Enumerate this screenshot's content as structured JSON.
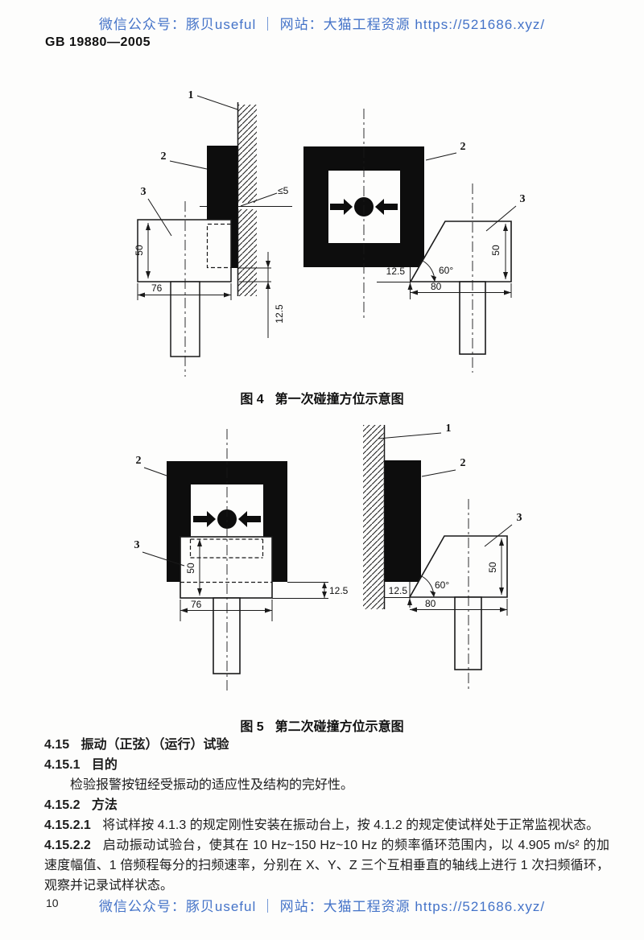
{
  "watermark": {
    "text": "微信公众号：豚贝useful ｜ 网站：大猫工程资源 https://521686.xyz/",
    "color": "#4473c8"
  },
  "header": {
    "standard_number": "GB 19880—2005"
  },
  "figures": {
    "fig4": {
      "number": "图 4",
      "title": "第一次碰撞方位示意图"
    },
    "fig5": {
      "number": "图 5",
      "title": "第二次碰撞方位示意图"
    }
  },
  "diagram_labels": {
    "part1": "1",
    "part2": "2",
    "part3": "3",
    "dim_50": "50",
    "dim_76": "76",
    "dim_80": "80",
    "dim_12_5": "12.5",
    "angle_60": "60°",
    "gap_max": "≤5"
  },
  "sections": {
    "s415": {
      "number": "4.15",
      "title": "振动（正弦）（运行）试验"
    },
    "s4151": {
      "number": "4.15.1",
      "title": "目的"
    },
    "s4151_body": "检验报警按钮经受振动的适应性及结构的完好性。",
    "s4152": {
      "number": "4.15.2",
      "title": "方法"
    },
    "s41521": {
      "number": "4.15.2.1",
      "text": "将试样按 4.1.3 的规定刚性安装在振动台上，按 4.1.2 的规定使试样处于正常监视状态。"
    },
    "s41522": {
      "number": "4.15.2.2",
      "text": "启动振动试验台，使其在 10 Hz~150 Hz~10 Hz 的频率循环范围内，以 4.905 m/s² 的加速度幅值、1 倍频程每分的扫频速率，分别在 X、Y、Z 三个互相垂直的轴线上进行 1 次扫频循环，观察并记录试样状态。"
    }
  },
  "footer": {
    "page_number": "10"
  }
}
